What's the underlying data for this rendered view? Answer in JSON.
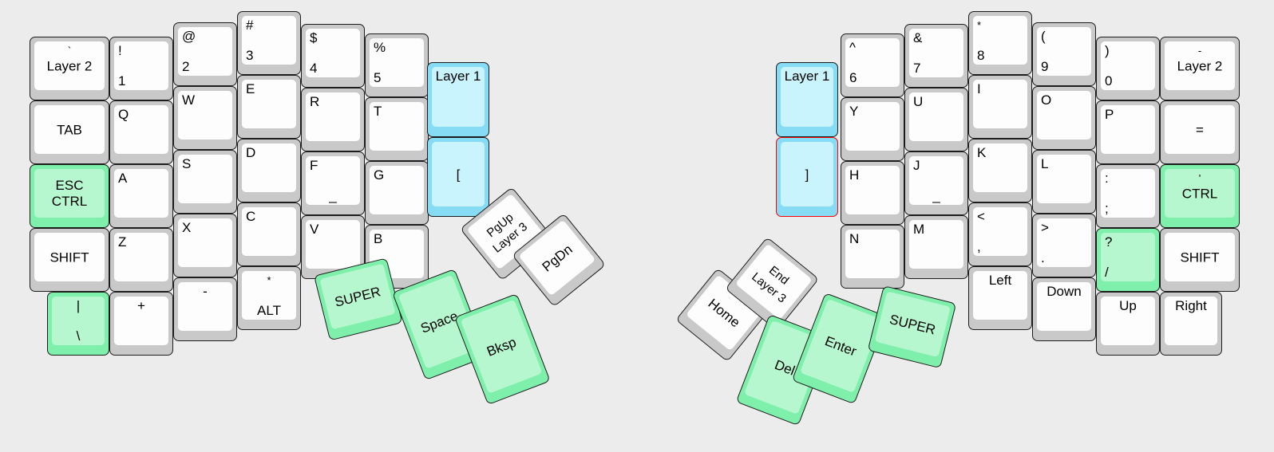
{
  "meta": {
    "title": "Split ergonomic keyboard layout",
    "background_color": "#ececec",
    "key_body_color": "#c9c9c9",
    "key_cap_color": "#fdfdfd",
    "green_body_color": "#7ef0ab",
    "green_cap_color": "#b6f7cf",
    "blue_body_color": "#87dcf5",
    "blue_cap_color": "#c9f4fd",
    "selection_color": "#ff0000"
  },
  "left": {
    "name": "left-half",
    "keys": [
      {
        "name": "key-grave-layer2",
        "top": "`",
        "main": "Layer 2"
      },
      {
        "name": "key-tab",
        "top": "",
        "main": "TAB"
      },
      {
        "name": "key-esc-ctrl",
        "top": "ESC",
        "main": "CTRL"
      },
      {
        "name": "key-shift",
        "top": "",
        "main": "SHIFT"
      },
      {
        "name": "key-pipe-backslash",
        "top": "|",
        "main": "\\"
      },
      {
        "name": "key-1",
        "top": "!",
        "main": "1"
      },
      {
        "name": "key-q",
        "top": "Q",
        "main": ""
      },
      {
        "name": "key-a",
        "top": "A",
        "main": ""
      },
      {
        "name": "key-z",
        "top": "Z",
        "main": ""
      },
      {
        "name": "key-plus",
        "top": "",
        "main": "+"
      },
      {
        "name": "key-2",
        "top": "@",
        "main": "2"
      },
      {
        "name": "key-w",
        "top": "W",
        "main": ""
      },
      {
        "name": "key-s",
        "top": "S",
        "main": ""
      },
      {
        "name": "key-x",
        "top": "X",
        "main": ""
      },
      {
        "name": "key-minus",
        "top": "",
        "main": "-"
      },
      {
        "name": "key-3",
        "top": "#",
        "main": "3"
      },
      {
        "name": "key-e",
        "top": "E",
        "main": ""
      },
      {
        "name": "key-d",
        "top": "D",
        "main": ""
      },
      {
        "name": "key-c",
        "top": "C",
        "main": ""
      },
      {
        "name": "key-asterisk-alt",
        "top": "*",
        "main": "ALT"
      },
      {
        "name": "key-4",
        "top": "$",
        "main": "4"
      },
      {
        "name": "key-r",
        "top": "R",
        "main": ""
      },
      {
        "name": "key-f",
        "top": "F",
        "main": "_"
      },
      {
        "name": "key-v",
        "top": "V",
        "main": ""
      },
      {
        "name": "key-5",
        "top": "%",
        "main": "5"
      },
      {
        "name": "key-t",
        "top": "T",
        "main": ""
      },
      {
        "name": "key-g",
        "top": "G",
        "main": ""
      },
      {
        "name": "key-b",
        "top": "B",
        "main": ""
      },
      {
        "name": "key-layer1-left",
        "top": "",
        "main": "Layer 1"
      },
      {
        "name": "key-bracket-left",
        "top": "",
        "main": "["
      },
      {
        "name": "key-super-left",
        "main": "SUPER"
      },
      {
        "name": "key-pgup-layer3",
        "line1": "PgUp",
        "line2": "Layer 3"
      },
      {
        "name": "key-pgdn",
        "main": "PgDn"
      },
      {
        "name": "key-space",
        "main": "Space"
      },
      {
        "name": "key-bksp",
        "main": "Bksp"
      }
    ]
  },
  "right": {
    "name": "right-half",
    "keys": [
      {
        "name": "key-layer1-right",
        "main": "Layer 1"
      },
      {
        "name": "key-bracket-right",
        "main": "]"
      },
      {
        "name": "key-6",
        "top": "^",
        "main": "6"
      },
      {
        "name": "key-y",
        "top": "Y",
        "main": ""
      },
      {
        "name": "key-h",
        "top": "H",
        "main": ""
      },
      {
        "name": "key-n",
        "top": "N",
        "main": ""
      },
      {
        "name": "key-7",
        "top": "&",
        "main": "7"
      },
      {
        "name": "key-u",
        "top": "U",
        "main": ""
      },
      {
        "name": "key-j",
        "top": "J",
        "main": "_"
      },
      {
        "name": "key-m",
        "top": "M",
        "main": ""
      },
      {
        "name": "key-8",
        "top": "*",
        "main": "8"
      },
      {
        "name": "key-i",
        "top": "I",
        "main": ""
      },
      {
        "name": "key-k",
        "top": "K",
        "main": ""
      },
      {
        "name": "key-comma",
        "top": "<",
        "main": ","
      },
      {
        "name": "key-left",
        "top": "",
        "main": "Left"
      },
      {
        "name": "key-9",
        "top": "(",
        "main": "9"
      },
      {
        "name": "key-o",
        "top": "O",
        "main": ""
      },
      {
        "name": "key-l",
        "top": "L",
        "main": ""
      },
      {
        "name": "key-period",
        "top": ">",
        "main": "."
      },
      {
        "name": "key-down",
        "top": "",
        "main": "Down"
      },
      {
        "name": "key-0",
        "top": ")",
        "main": "0"
      },
      {
        "name": "key-p",
        "top": "P",
        "main": ""
      },
      {
        "name": "key-semicolon",
        "top": ":",
        "main": ";"
      },
      {
        "name": "key-slash",
        "top": "?",
        "main": "/"
      },
      {
        "name": "key-up",
        "top": "",
        "main": "Up"
      },
      {
        "name": "key-minus-layer2",
        "top": "-",
        "main": "Layer 2"
      },
      {
        "name": "key-equals",
        "top": "",
        "main": "="
      },
      {
        "name": "key-quote-ctrl",
        "top": "'",
        "main": "CTRL"
      },
      {
        "name": "key-shift-right",
        "top": "",
        "main": "SHIFT"
      },
      {
        "name": "key-right",
        "top": "",
        "main": "Right"
      },
      {
        "name": "key-home",
        "main": "Home"
      },
      {
        "name": "key-end-layer3",
        "line1": "End",
        "line2": "Layer 3"
      },
      {
        "name": "key-del",
        "main": "Del"
      },
      {
        "name": "key-enter",
        "main": "Enter"
      },
      {
        "name": "key-super-right",
        "main": "SUPER"
      }
    ]
  },
  "legends": {
    "L": {
      "grave": "`",
      "layer2": "Layer 2",
      "tab": "TAB",
      "esc": "ESC",
      "ctrl": "CTRL",
      "shift": "SHIFT",
      "pipe": "|",
      "backslash": "\\",
      "bang": "!",
      "one": "1",
      "q": "Q",
      "a": "A",
      "z": "Z",
      "plus": "+",
      "at": "@",
      "two": "2",
      "w": "W",
      "s": "S",
      "x": "X",
      "minus": "-",
      "hash": "#",
      "three": "3",
      "e": "E",
      "d": "D",
      "c": "C",
      "star": "*",
      "alt": "ALT",
      "dollar": "$",
      "four": "4",
      "r": "R",
      "f": "F",
      "underscore": "_",
      "v": "V",
      "percent": "%",
      "five": "5",
      "t": "T",
      "g": "G",
      "b": "B",
      "layer1": "Layer 1",
      "lbracket": "[",
      "super": "SUPER",
      "pgup": "PgUp",
      "layer3": "Layer 3",
      "pgdn": "PgDn",
      "space": "Space",
      "bksp": "Bksp"
    },
    "R": {
      "layer1": "Layer 1",
      "rbracket": "]",
      "caret": "^",
      "six": "6",
      "y": "Y",
      "h": "H",
      "n": "N",
      "amp": "&",
      "seven": "7",
      "u": "U",
      "j": "J",
      "underscore": "_",
      "m": "M",
      "star": "*",
      "eight": "8",
      "i": "I",
      "k": "K",
      "lt": "<",
      "comma": ",",
      "left": "Left",
      "lparen": "(",
      "nine": "9",
      "o": "O",
      "l": "L",
      "gt": ">",
      "period": ".",
      "down": "Down",
      "rparen": ")",
      "zero": "0",
      "p": "P",
      "colon": ":",
      "semicolon": ";",
      "question": "?",
      "slash": "/",
      "up": "Up",
      "minus": "-",
      "layer2": "Layer 2",
      "equals": "=",
      "quote": "'",
      "ctrl": "CTRL",
      "shift": "SHIFT",
      "right": "Right",
      "home": "Home",
      "end": "End",
      "layer3": "Layer 3",
      "del": "Del",
      "enter": "Enter",
      "super": "SUPER"
    }
  }
}
